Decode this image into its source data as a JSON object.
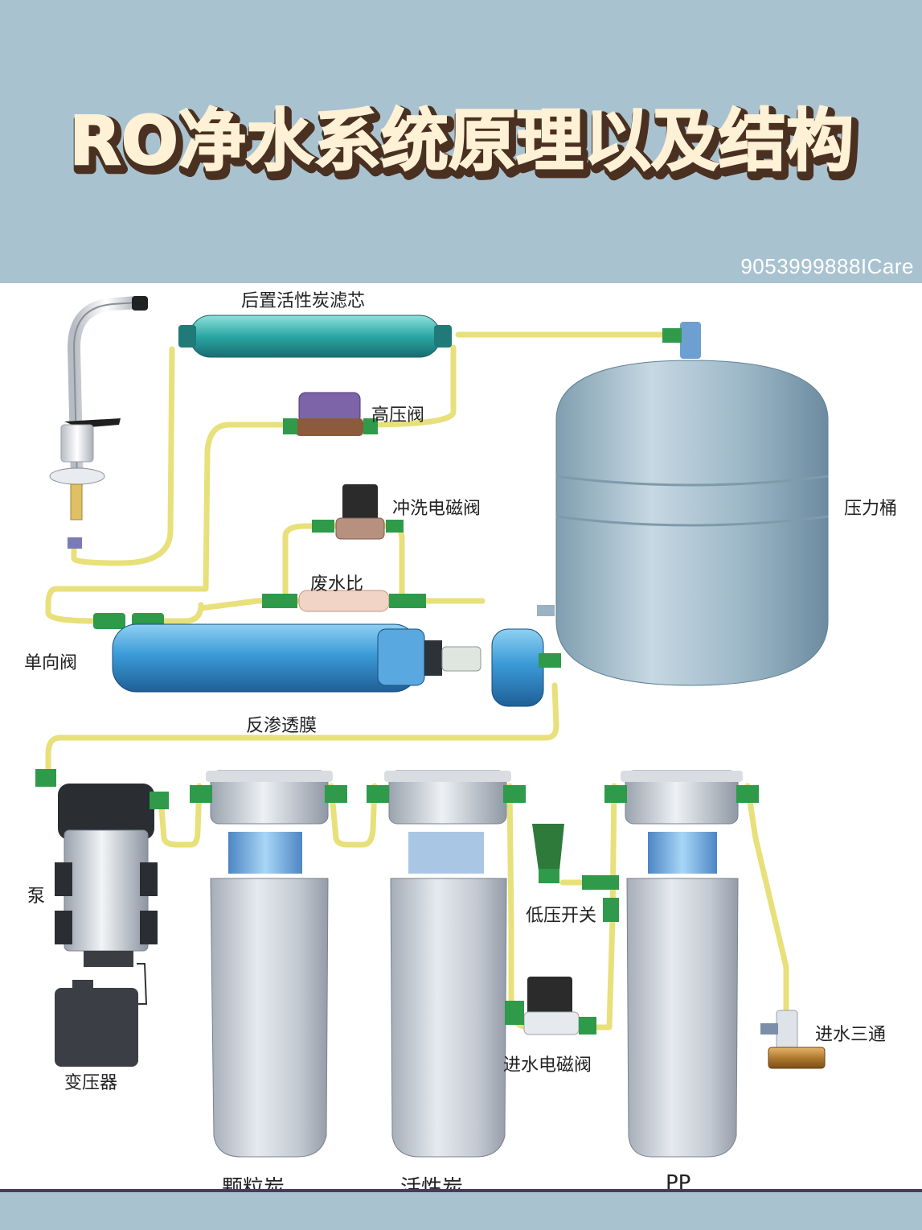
{
  "title": "RO净水系统原理以及结构",
  "watermark": "9053999888ICare",
  "colors": {
    "background": "#a9c2d0",
    "title_fill": "#fff1d6",
    "title_stroke": "#4a3020",
    "pipe": "#e8e07a",
    "fitting": "#2f9a4a"
  },
  "labels": {
    "post_carbon": "后置活性炭滤芯",
    "high_pressure_valve": "高压阀",
    "flush_solenoid": "冲洗电磁阀",
    "pressure_tank": "压力桶",
    "waste_ratio": "废水比",
    "check_valve": "单向阀",
    "ro_membrane": "反渗透膜",
    "pump": "泵",
    "transformer": "变压器",
    "low_pressure_switch": "低压开关",
    "inlet_solenoid": "进水电磁阀",
    "inlet_tee": "进水三通",
    "granular_carbon": "颗粒炭",
    "activated_carbon": "活性炭",
    "pp": "PP"
  }
}
